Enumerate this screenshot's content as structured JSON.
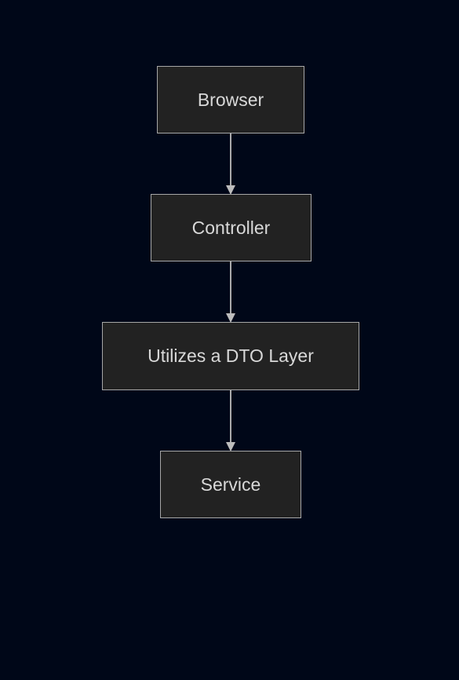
{
  "theme": {
    "background": "#000718",
    "node_fill": "#222222",
    "node_stroke": "#a7a7a7",
    "text_color": "#d8d8d8",
    "edge_color": "#bdbdbd"
  },
  "diagram": {
    "nodes": [
      {
        "id": "browser",
        "label": "Browser"
      },
      {
        "id": "controller",
        "label": "Controller"
      },
      {
        "id": "dto",
        "label": "Utilizes a DTO Layer"
      },
      {
        "id": "service",
        "label": "Service"
      }
    ],
    "edges": [
      {
        "from": "browser",
        "to": "controller"
      },
      {
        "from": "controller",
        "to": "dto"
      },
      {
        "from": "dto",
        "to": "service"
      }
    ]
  }
}
